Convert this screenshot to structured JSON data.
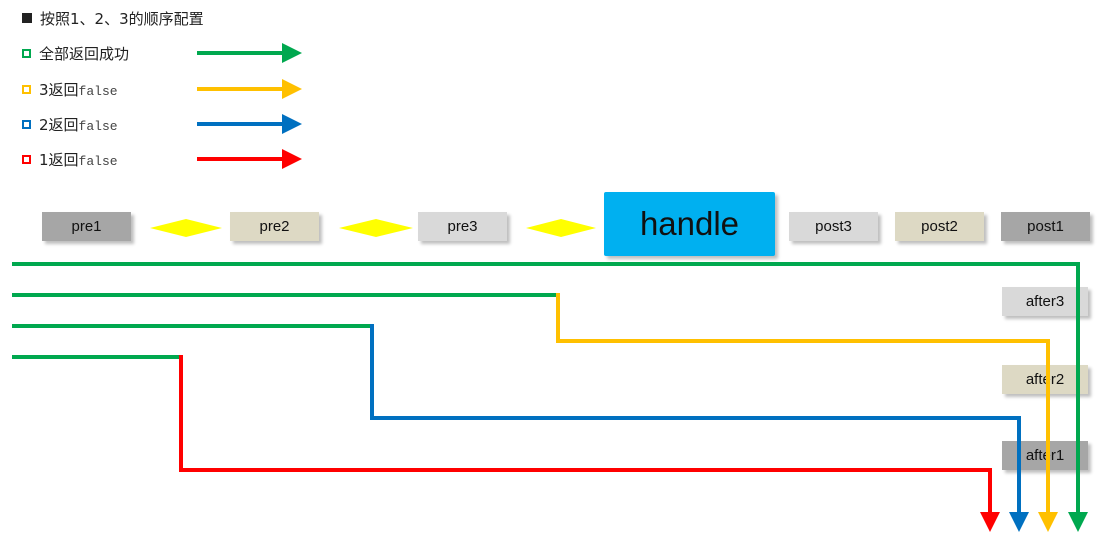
{
  "legend": {
    "title": "按照1、2、3的顺序配置",
    "items": [
      {
        "label": "全部返回成功",
        "label_rest": "",
        "color": "#00A84F"
      },
      {
        "label": "3返回",
        "label_rest": "false",
        "color": "#FFC000"
      },
      {
        "label": "2返回",
        "label_rest": "false",
        "color": "#0070C0"
      },
      {
        "label": "1返回",
        "label_rest": "false",
        "color": "#FF0000"
      }
    ]
  },
  "nodes": {
    "pre1": "pre1",
    "pre2": "pre2",
    "pre3": "pre3",
    "handle": "handle",
    "post3": "post3",
    "post2": "post2",
    "post1": "post1",
    "after3": "after3",
    "after2": "after2",
    "after1": "after1"
  },
  "colors": {
    "success": "#00A84F",
    "pre3_false": "#FFC000",
    "pre2_false": "#0070C0",
    "pre1_false": "#FF0000",
    "connector": "#FFFF00",
    "handle_bg": "#00B0F0",
    "box_dark": "#A6A6A6",
    "box_beige": "#DDD9C4",
    "box_light": "#D9D9D9"
  }
}
